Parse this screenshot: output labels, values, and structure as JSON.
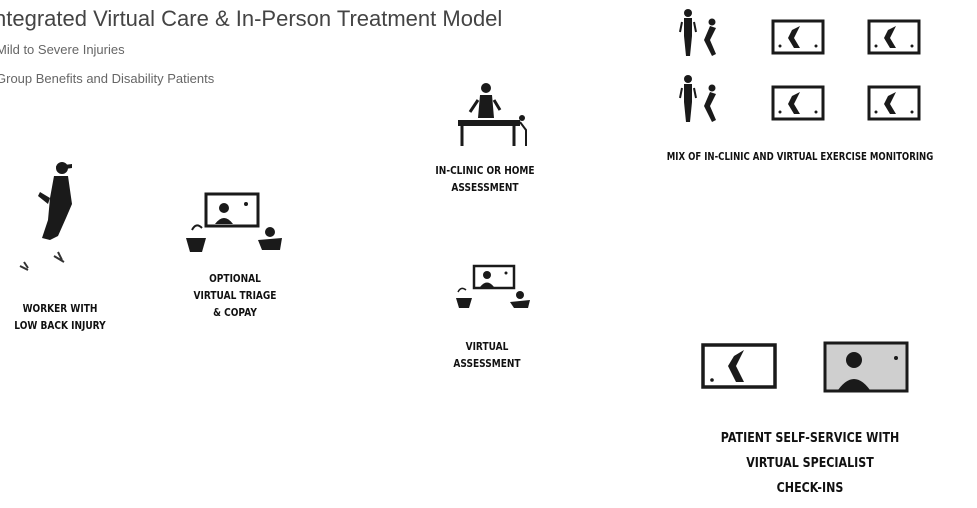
{
  "header": {
    "title": "ntegrated Virtual Care & In-Person Treatment Model",
    "subtitle_1": "Mild to Severe Injuries",
    "subtitle_2": "Group Benefits and Disability Patients"
  },
  "steps": {
    "worker": {
      "line1": "WORKER WITH",
      "line2": "LOW BACK INJURY"
    },
    "triage": {
      "line1": "OPTIONAL",
      "line2": "VIRTUAL TRIAGE",
      "line3": "& COPAY"
    },
    "clinic_assessment": {
      "line1": "IN-CLINIC OR HOME",
      "line2": "ASSESSMENT"
    },
    "virtual_assessment": {
      "line1": "VIRTUAL",
      "line2": "ASSESSMENT"
    },
    "exercise_monitoring": {
      "line1": "MIX OF IN-CLINIC AND VIRTUAL EXERCISE MONITORING"
    },
    "self_service": {
      "line1": "PATIENT SELF-SERVICE WITH",
      "line2": "VIRTUAL SPECIALIST",
      "line3": "CHECK-INS"
    }
  },
  "colors": {
    "ink": "#1a1a1a",
    "text_gray": "#555555"
  }
}
